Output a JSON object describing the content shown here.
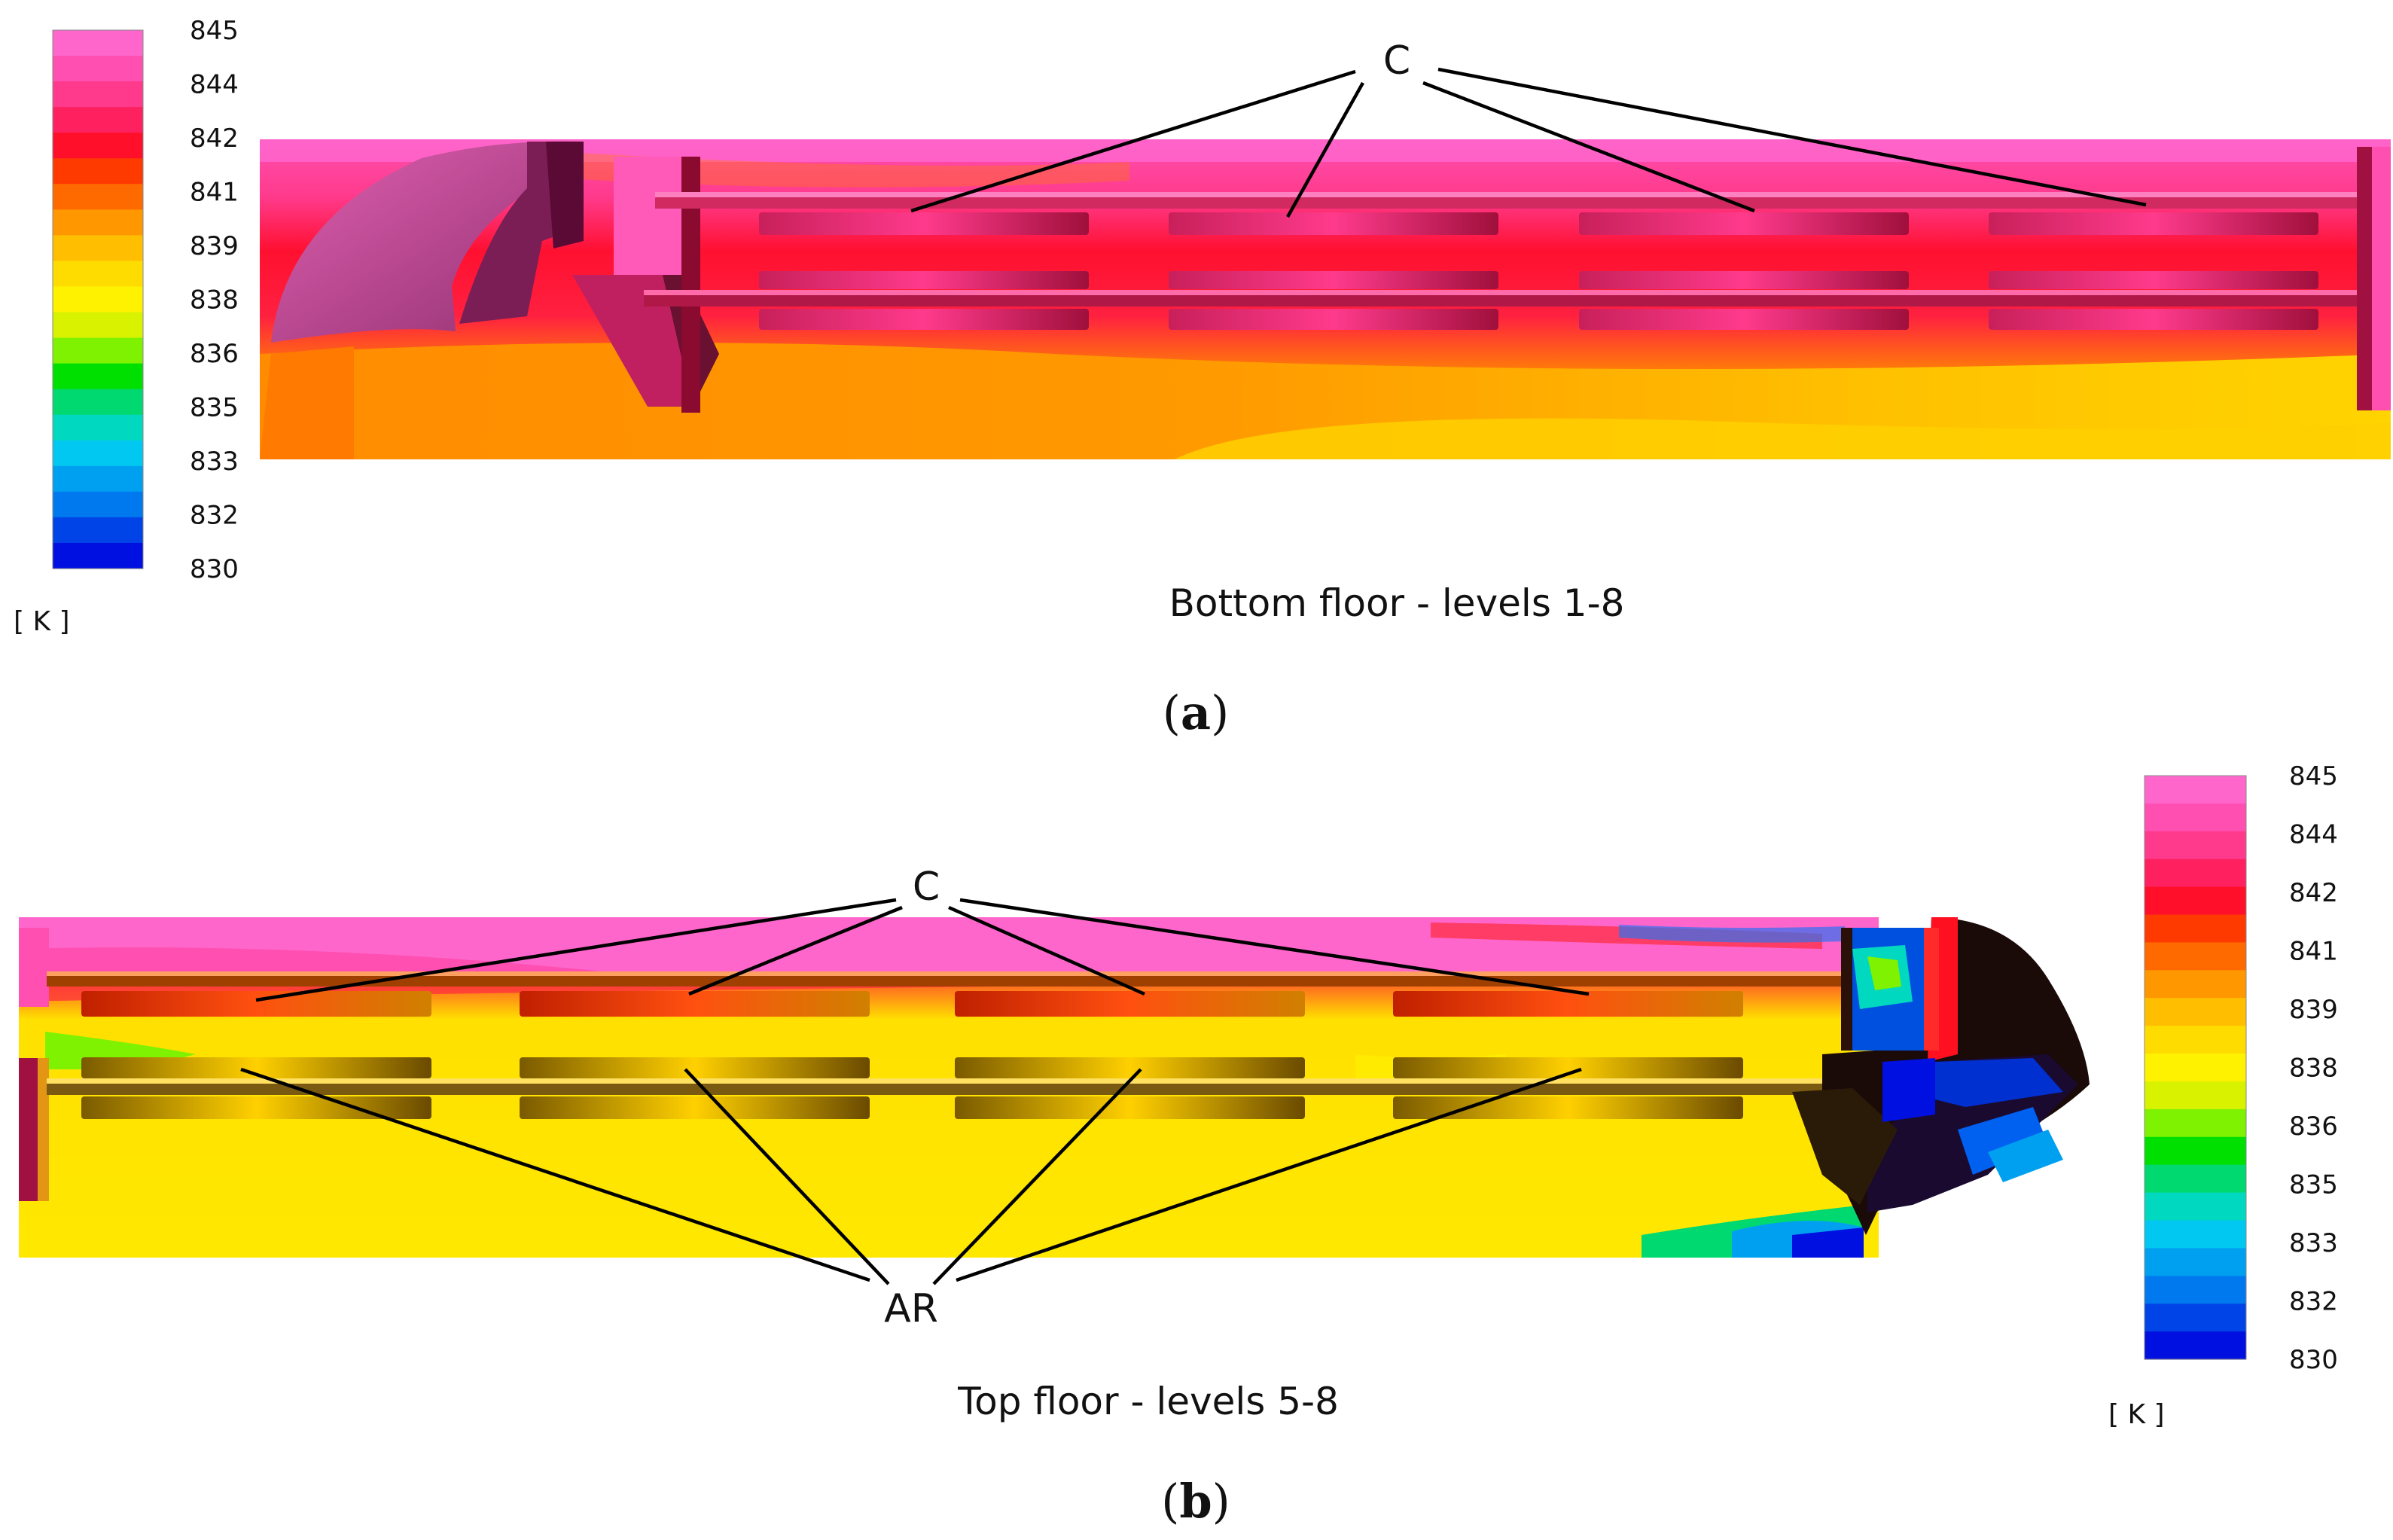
{
  "colorbar": {
    "unit": "[ K ]",
    "ticks": [
      "845",
      "844",
      "842",
      "841",
      "839",
      "838",
      "836",
      "835",
      "833",
      "832",
      "830"
    ],
    "colors": [
      "#ff66cc",
      "#ff4fb0",
      "#ff3a8c",
      "#ff2060",
      "#ff0f2a",
      "#ff3a00",
      "#ff6a00",
      "#ff9800",
      "#ffbe00",
      "#ffdc00",
      "#fff200",
      "#d8f200",
      "#7ef200",
      "#00e000",
      "#00d870",
      "#00d8c0",
      "#00c8f0",
      "#00a0f0",
      "#0078ee",
      "#0044e8",
      "#0010e0"
    ]
  },
  "panel_a": {
    "callout": "C",
    "caption": "Bottom floor - levels 1-8",
    "label_open": "(",
    "label_letter": "a",
    "label_close": ")"
  },
  "panel_b": {
    "callout_top": "C",
    "callout_bottom": "AR",
    "caption": "Top floor - levels 5-8",
    "label_open": "(",
    "label_letter": "b",
    "label_close": ")"
  }
}
